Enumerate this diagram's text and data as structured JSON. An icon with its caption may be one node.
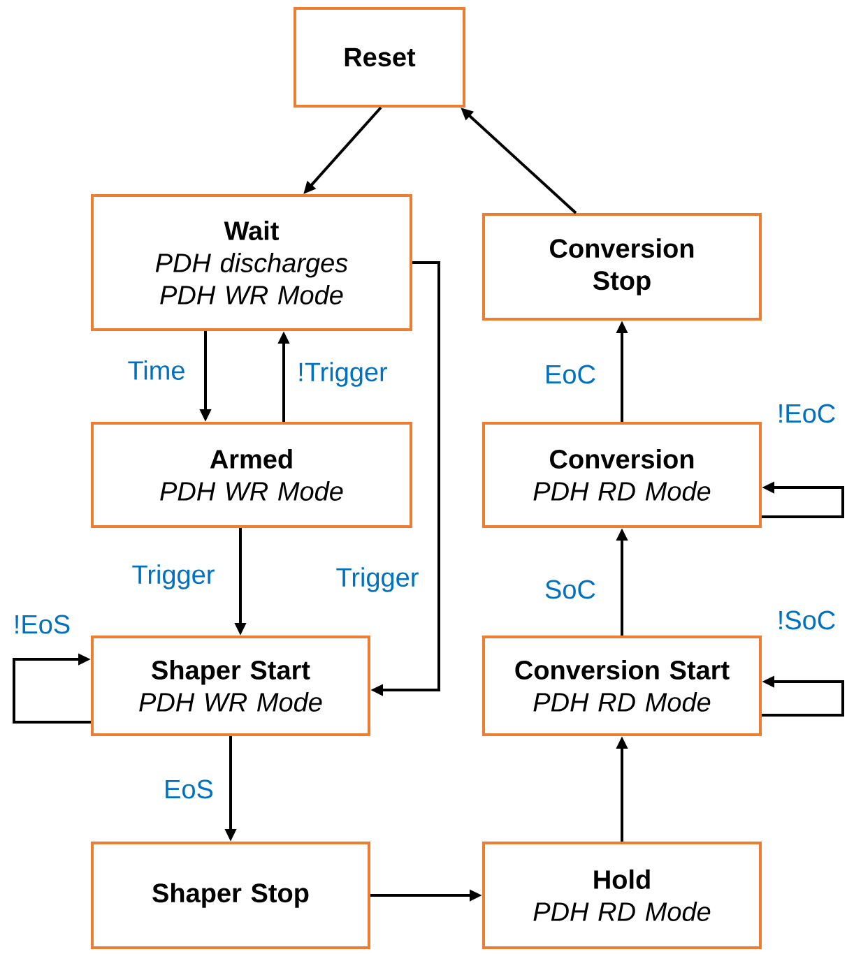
{
  "diagram": {
    "nodes": [
      {
        "text": [
          "Reset"
        ]
      },
      {
        "text": [
          "Wait",
          "PDH discharges",
          "PDH WR Mode"
        ]
      },
      {
        "text": [
          "Armed",
          "PDH WR Mode"
        ]
      },
      {
        "text": [
          "Shaper Start",
          "PDH WR Mode"
        ]
      },
      {
        "text": [
          "Shaper Stop"
        ]
      },
      {
        "text": [
          "Hold",
          "PDH RD Mode"
        ]
      },
      {
        "text": [
          "Conversion Start",
          "PDH RD Mode"
        ]
      },
      {
        "text": [
          "Conversion",
          "PDH RD Mode"
        ]
      },
      {
        "text": [
          "Conversion Stop"
        ]
      }
    ],
    "edges": [
      {
        "from": 0,
        "to": 1,
        "arrow": "to"
      },
      {
        "from": 1,
        "to": 2,
        "arrow": "to",
        "label": "Time"
      },
      {
        "from": 2,
        "to": 1,
        "arrow": "to",
        "label": "!Trigger"
      },
      {
        "from": 2,
        "to": 3,
        "arrow": "to",
        "label": "Trigger"
      },
      {
        "from": 1,
        "to": 3,
        "arrow": "to",
        "label": "Trigger"
      },
      {
        "from": 3,
        "to": 3,
        "arrow": "to",
        "label": "!EoS"
      },
      {
        "from": 3,
        "to": 4,
        "arrow": "to",
        "label": "EoS"
      },
      {
        "from": 4,
        "to": 5,
        "arrow": "to"
      },
      {
        "from": 5,
        "to": 6,
        "arrow": "to"
      },
      {
        "from": 6,
        "to": 6,
        "arrow": "to",
        "label": "!SoC"
      },
      {
        "from": 6,
        "to": 7,
        "arrow": "to",
        "label": "SoC"
      },
      {
        "from": 7,
        "to": 7,
        "arrow": "to",
        "label": "!EoC"
      },
      {
        "from": 7,
        "to": 8,
        "arrow": "to",
        "label": "EoC"
      },
      {
        "from": 8,
        "to": 0,
        "arrow": "to"
      }
    ]
  }
}
